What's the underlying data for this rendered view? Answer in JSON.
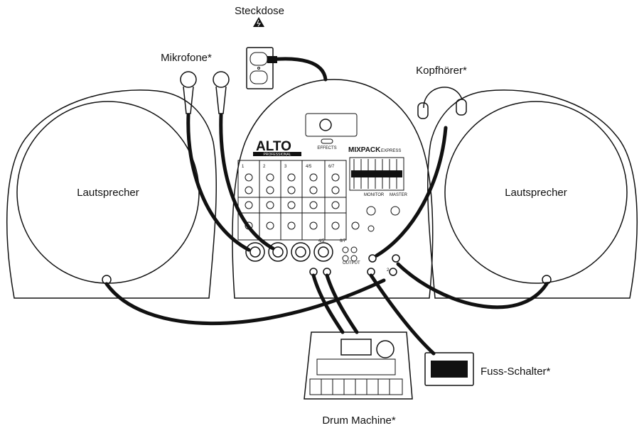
{
  "labels": {
    "outlet": "Steckdose",
    "microphones": "Mikrofone*",
    "headphones": "Kopfhörer*",
    "speaker_left": "Lautsprecher",
    "speaker_right": "Lautsprecher",
    "footswitch": "Fuss-Schalter*",
    "drum_machine": "Drum Machine*"
  },
  "mixer": {
    "brand": "ALTO",
    "brand_sub": "PROFESSIONAL",
    "model": "MIXPACK",
    "model_suffix": "EXPRESS",
    "effects": "EFFECTS",
    "monitor": "MONITOR",
    "master": "MASTER",
    "channels": [
      "1",
      "2",
      "3",
      "4/5",
      "6/7"
    ],
    "jack_channels": [
      "4/5",
      "6/7",
      "2"
    ],
    "output": "OUTPUT"
  }
}
